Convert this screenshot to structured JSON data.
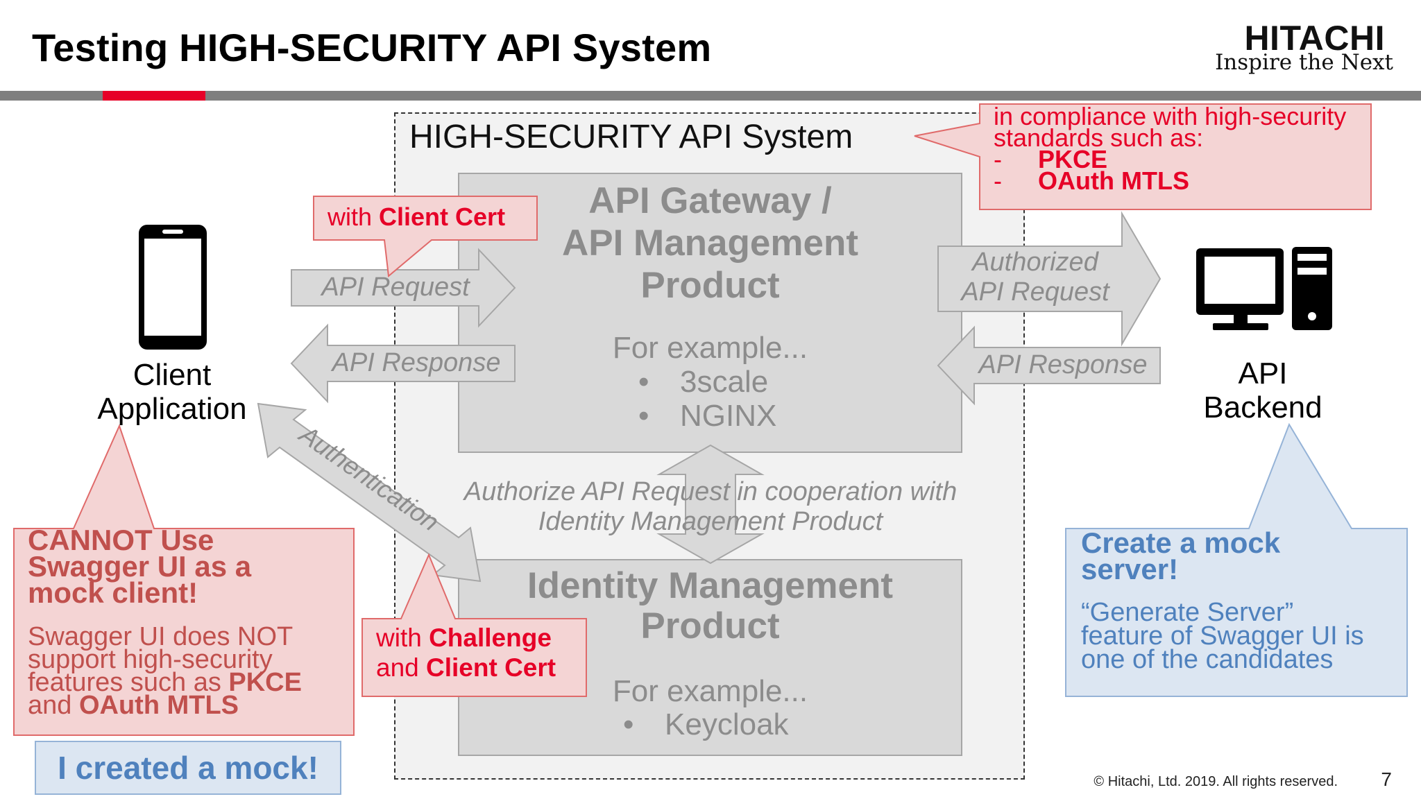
{
  "slide": {
    "title": "Testing HIGH-SECURITY API System",
    "page_number": "7",
    "copyright": "© Hitachi, Ltd. 2019. All rights reserved."
  },
  "logo": {
    "name": "HITACHI",
    "tagline": "Inspire the Next"
  },
  "colors": {
    "accent_red": "#e60027",
    "header_bar": "#7f7f7f",
    "shape_gray": "#d9d9d9",
    "callout_red_fill": "#f4d4d4",
    "callout_blue_fill": "#dce6f2"
  },
  "system": {
    "title": "HIGH-SECURITY API System"
  },
  "gateway": {
    "title_line1": "API Gateway /",
    "title_line2": "API Management",
    "title_line3": "Product",
    "example_label": "For example...",
    "bullet_mark": "•",
    "examples": [
      "3scale",
      "NGINX"
    ]
  },
  "identity": {
    "title_line1": "Identity Management",
    "title_line2": "Product",
    "example_label": "For example...",
    "bullet_mark": "•",
    "examples": [
      "Keycloak"
    ]
  },
  "client": {
    "icon": "smartphone-icon",
    "label_line1": "Client",
    "label_line2": "Application"
  },
  "backend": {
    "icon": "desktop-computer-icon",
    "label_line1": "API",
    "label_line2": "Backend"
  },
  "arrows": {
    "client_request": "API Request",
    "client_response": "API Response",
    "backend_request_line1": "Authorized",
    "backend_request_line2": "API Request",
    "backend_response": "API Response",
    "authentication": "Authentication",
    "cooperation_line1": "Authorize API Request in cooperation with",
    "cooperation_line2": "Identity Management Product"
  },
  "callouts": {
    "client_cert": {
      "prefix": "with ",
      "highlight": "Client Cert"
    },
    "challenge": {
      "line1_prefix": "with ",
      "line1_highlight": "Challenge",
      "line2_prefix": "and ",
      "line2_highlight": "Client Cert"
    },
    "compliance": {
      "line1": "in compliance with high-security",
      "line2": "standards such as:",
      "dash": "-",
      "standards": [
        "PKCE",
        "OAuth MTLS"
      ]
    },
    "cannot": {
      "title_line1": "CANNOT Use",
      "title_line2": "Swagger UI as a",
      "title_line3": "mock client!",
      "body_line1": "Swagger UI does NOT",
      "body_line2": "support high-security",
      "body_line3_prefix": "features such as ",
      "body_line3_strong": "PKCE",
      "body_line4_prefix": "and ",
      "body_line4_strong": "OAuth MTLS"
    },
    "mock": {
      "title_line1": "Create a mock",
      "title_line2": "server!",
      "body_line1": "“Generate Server”",
      "body_line2": "feature of Swagger UI is",
      "body_line3": "one of the candidates"
    },
    "created": {
      "text": "I created a mock!"
    }
  }
}
